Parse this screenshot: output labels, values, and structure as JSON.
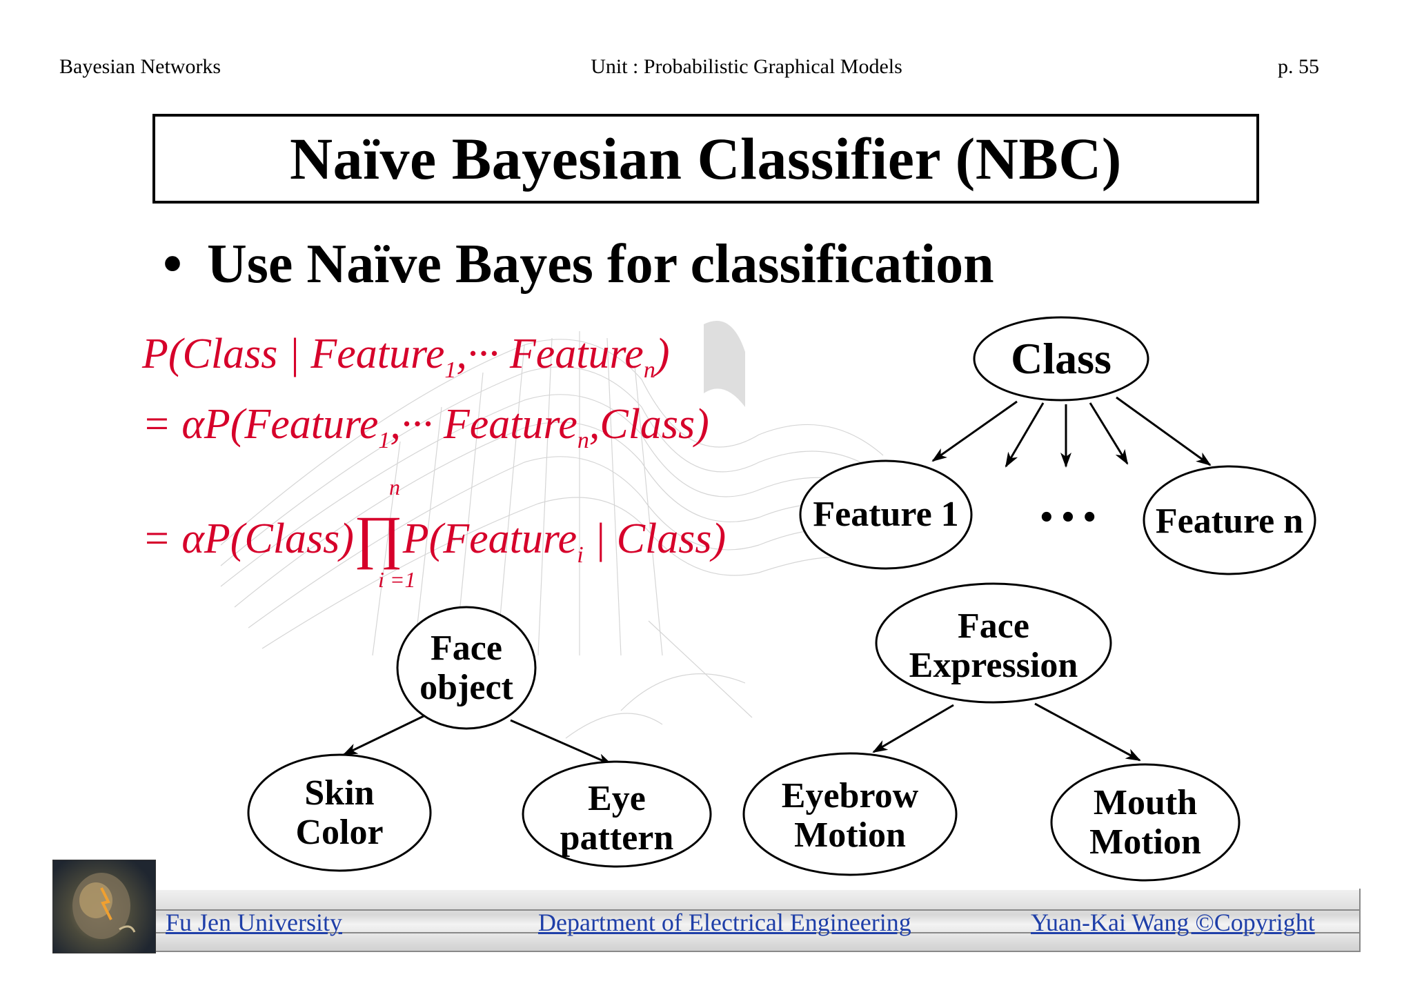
{
  "header": {
    "left": "Bayesian Networks",
    "center": "Unit : Probabilistic Graphical Models",
    "right": "p.  55"
  },
  "title": "Naïve Bayesian Classifier (NBC)",
  "bullet": {
    "dot": "•",
    "text": "Use Naïve Bayes for classification"
  },
  "equations": {
    "line1": {
      "a": "P(Class | Feature",
      "s1": "1",
      "b": ",··· Feature",
      "s2": "n",
      "c": ")"
    },
    "line2": {
      "a": "= αP(Feature",
      "s1": "1",
      "b": ",··· Feature",
      "s2": "n",
      "c": ",Class)"
    },
    "line3": {
      "a": "= αP(Class)",
      "prod": "∏",
      "b": "P(Feature",
      "s1": "i",
      "c": " | Class)",
      "upper": "n",
      "lower": "i =1"
    }
  },
  "diagram_top": {
    "root": "Class",
    "children": [
      "Feature 1",
      "Feature n"
    ],
    "ellipsis": "• • •"
  },
  "diagram_face": {
    "root": [
      "Face",
      "object"
    ],
    "left": [
      "Skin",
      "Color"
    ],
    "right": [
      "Eye",
      "pattern"
    ]
  },
  "diagram_expression": {
    "root": [
      "Face",
      "Expression"
    ],
    "left": [
      "Eyebrow",
      "Motion"
    ],
    "right": [
      "Mouth",
      "Motion"
    ]
  },
  "footer": {
    "left": "Fu Jen University",
    "center": "Department of Electrical Engineering",
    "right": "Yuan-Kai Wang ©Copyright"
  }
}
